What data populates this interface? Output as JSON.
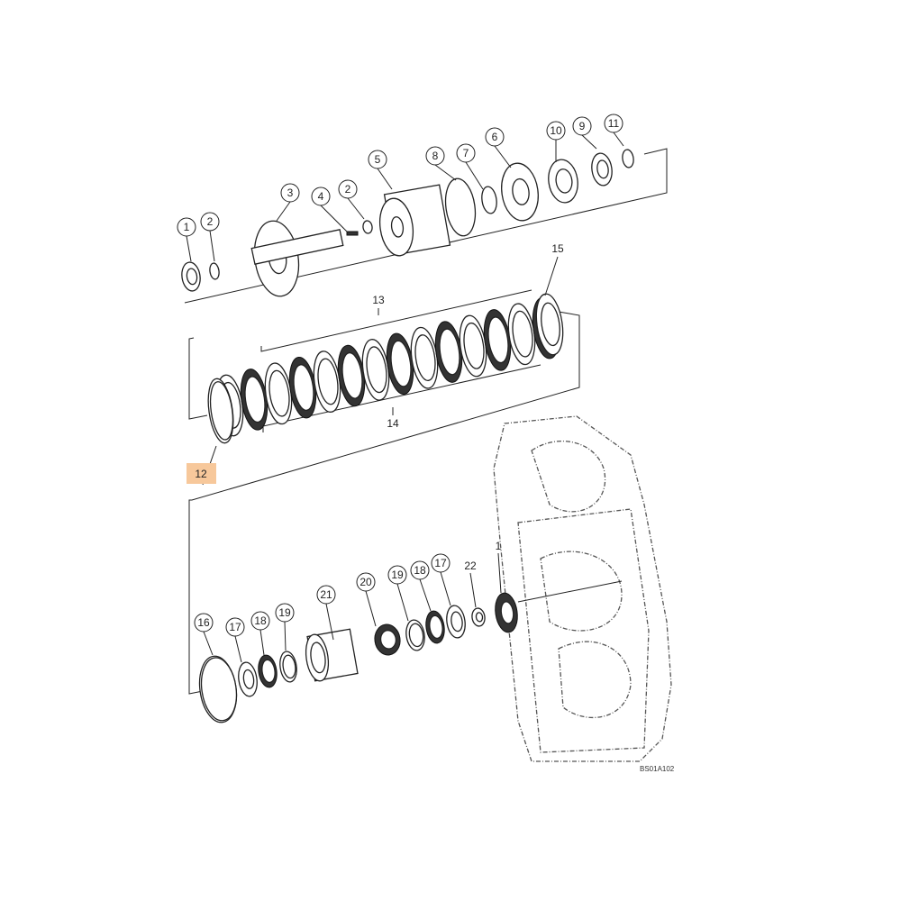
{
  "diagram": {
    "callouts_top": [
      "1",
      "2",
      "3",
      "4",
      "2",
      "5",
      "8",
      "7",
      "6",
      "10",
      "9",
      "11"
    ],
    "callouts_clutch": {
      "group_13": "13",
      "group_14": "14",
      "item_15": "15",
      "item_12": "12"
    },
    "callouts_bottom": [
      "16",
      "17",
      "18",
      "19",
      "21",
      "20",
      "19",
      "18",
      "17"
    ],
    "plain_labels_bottom": {
      "item_22": "22",
      "item_1": "1"
    },
    "highlight_color": "#f7c89b",
    "figure_code": "BS01A102"
  }
}
